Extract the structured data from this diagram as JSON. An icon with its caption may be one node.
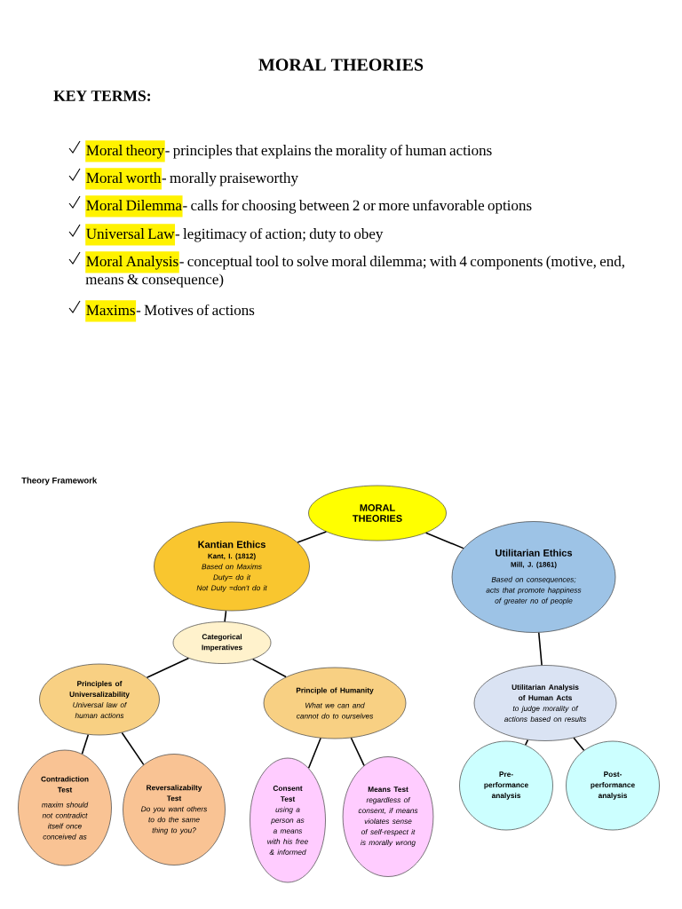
{
  "diagram": {
    "title": "MORAL THEORIES",
    "nodes": [
      {
        "text": [
          "MORAL THEORIES"
        ]
      },
      {
        "text": [
          "Kantian Ethics",
          "Kant, I. (1812)",
          "Based on Maxims",
          "Duty= do it",
          "Not Duty =don't do it"
        ]
      },
      {
        "text": [
          "Utilitarian Ethics",
          "Mill, J. (1861)",
          "Based on consequences; acts that promote happiness of greater no of people"
        ]
      },
      {
        "text": [
          "Categorical Imperatives"
        ]
      },
      {
        "text": [
          "Principles of Universalizability",
          "Universal law of human actions"
        ]
      },
      {
        "text": [
          "Principle of Humanity",
          "What we can and cannot do to ourselves"
        ]
      },
      {
        "text": [
          "Contradiction Test",
          "maxim should not contradict itself once conceived as"
        ]
      },
      {
        "text": [
          "Reversalizabilty Test",
          "Do you want others to do the same thing to you?"
        ]
      },
      {
        "text": [
          "Consent Test",
          "using a person as a means with his free & informed"
        ]
      },
      {
        "text": [
          "Means Test",
          "regardless of consent, if means violates sense of self-respect it is morally wrong"
        ]
      },
      {
        "text": [
          "Utilitarian Analysis of Human Acts",
          "to judge morality of actions based on results"
        ]
      },
      {
        "text": [
          "Pre- performance analysis"
        ]
      },
      {
        "text": [
          "Post- performance analysis"
        ]
      }
    ],
    "edges": [
      {
        "from": 0,
        "to": 1,
        "arrow": "none"
      },
      {
        "from": 0,
        "to": 2,
        "arrow": "none"
      },
      {
        "from": 1,
        "to": 3,
        "arrow": "none"
      },
      {
        "from": 3,
        "to": 4,
        "arrow": "none"
      },
      {
        "from": 3,
        "to": 5,
        "arrow": "none"
      },
      {
        "from": 4,
        "to": 6,
        "arrow": "none"
      },
      {
        "from": 4,
        "to": 7,
        "arrow": "none"
      },
      {
        "from": 5,
        "to": 8,
        "arrow": "none"
      },
      {
        "from": 5,
        "to": 9,
        "arrow": "none"
      },
      {
        "from": 2,
        "to": 10,
        "arrow": "none"
      },
      {
        "from": 10,
        "to": 11,
        "arrow": "none"
      },
      {
        "from": 10,
        "to": 12,
        "arrow": "none"
      }
    ],
    "labels": [
      "KEY TERMS:",
      "Moral theory",
      "- principles that explains the morality of human actions",
      "Moral worth",
      "- morally praiseworthy",
      "Moral Dilemma",
      "- calls for choosing between 2 or more unfavorable options",
      "Universal Law",
      "- legitimacy of action; duty to obey",
      "Moral Analysis",
      "- conceptual tool to solve moral dilemma; with 4 components (motive, end, means & consequence)",
      "Maxims",
      "- Motives of actions",
      "Theory Framework"
    ]
  }
}
